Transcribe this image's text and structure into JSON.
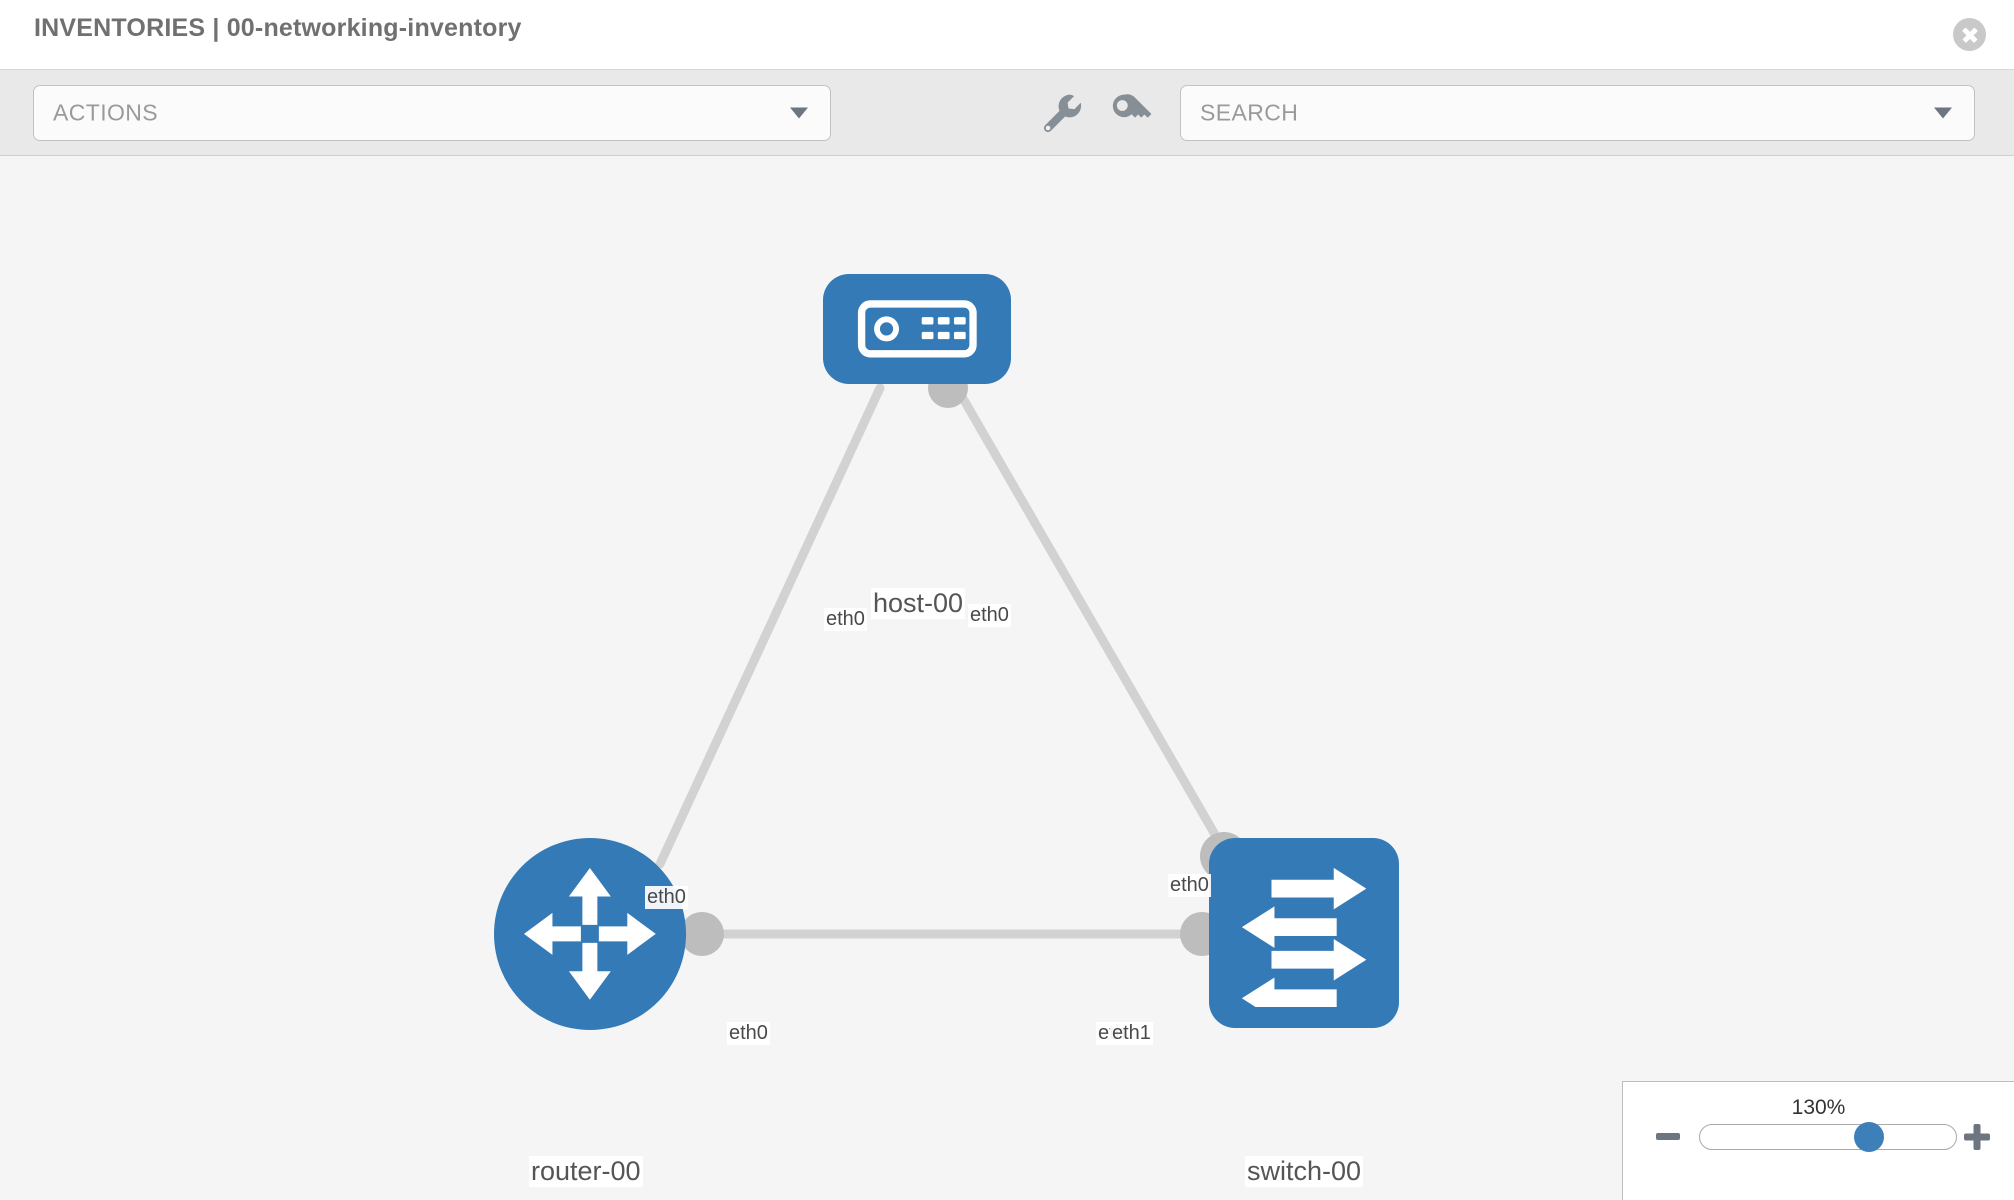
{
  "header": {
    "title": "INVENTORIES | 00-networking-inventory",
    "close_label": "close-icon"
  },
  "toolbar": {
    "actions_label": "ACTIONS",
    "search_placeholder": "SEARCH",
    "wrench_icon": "wrench-icon",
    "key_icon": "key-icon"
  },
  "topology": {
    "nodes": [
      {
        "id": "host",
        "label": "host-00",
        "type": "host",
        "shape": "rounded-rect",
        "color": "#337ab7"
      },
      {
        "id": "router",
        "label": "router-00",
        "type": "router",
        "shape": "circle",
        "color": "#337ab7"
      },
      {
        "id": "switch",
        "label": "switch-00",
        "type": "switch",
        "shape": "rounded-rect",
        "color": "#337ab7"
      }
    ],
    "edges": [
      {
        "from": "host",
        "to": "router",
        "from_label": "eth0",
        "to_label": "eth0"
      },
      {
        "from": "host",
        "to": "switch",
        "from_label": "eth0",
        "to_label": "eth0"
      },
      {
        "from": "router",
        "to": "switch",
        "from_label": "eth0",
        "to_label": "eth1"
      }
    ],
    "labels": {
      "host_left_eth": "eth0",
      "host_right_eth": "eth0",
      "router_diag_eth": "eth0",
      "switch_diag_eth": "eth0",
      "router_horiz_eth": "eth0",
      "switch_horiz_eth_under": "eth",
      "switch_horiz_eth": "eth1"
    },
    "edge_color": "#d2d2d2",
    "port_color": "#bdbdbd"
  },
  "zoom": {
    "level": "130%",
    "minus_label": "zoom-out",
    "plus_label": "zoom-in",
    "slider_percent": 66
  }
}
